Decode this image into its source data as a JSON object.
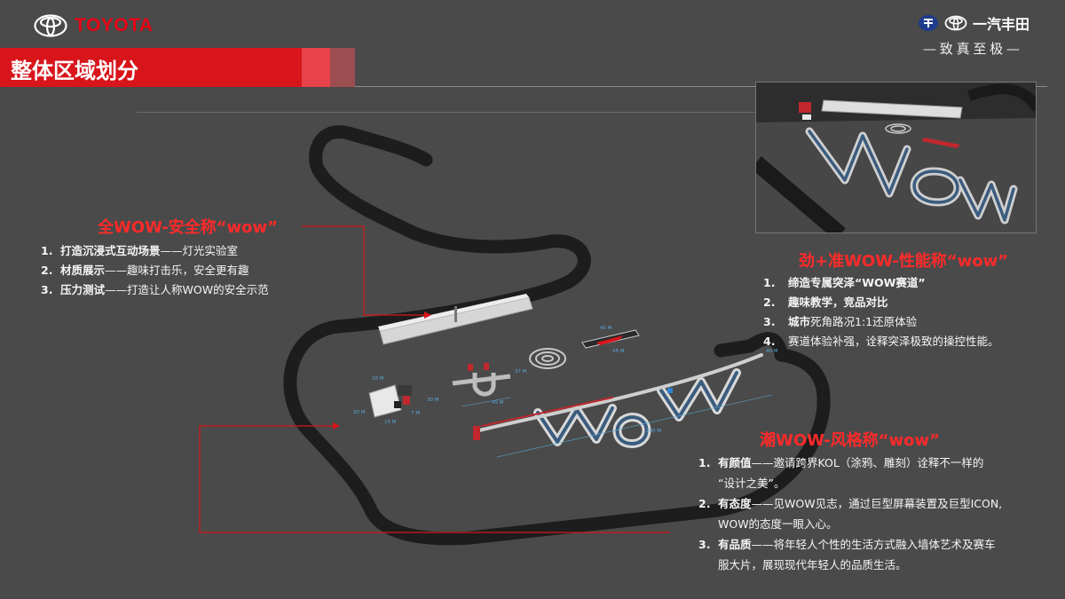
{
  "brand": {
    "name": "TOYOTA",
    "logo_icon": "toyota-emblem-icon",
    "color": "#e60012"
  },
  "partner": {
    "name": "一汽丰田",
    "slogan_chars": [
      "致",
      "真",
      "至",
      "极"
    ]
  },
  "page_title": "整体区域划分",
  "colors": {
    "accent": "#d7151b",
    "heading": "#ff2a2a",
    "background": "#4a4a4a"
  },
  "sections": {
    "safety": {
      "heading": "全WOW-安全称“wow”",
      "items": [
        {
          "num": "1.",
          "bold": "打造沉浸式互动场景",
          "text": "——灯光实验室"
        },
        {
          "num": "2.",
          "bold": "材质展示",
          "text": "——趣味打击乐，安全更有趣"
        },
        {
          "num": "3.",
          "bold": "压力测试",
          "text": "——打造让人称WOW的安全示范"
        }
      ]
    },
    "performance": {
      "heading": "劲+准WOW-性能称“wow”",
      "items": [
        {
          "num": "1.",
          "bold": "缔造专属突泽“WOW赛道”",
          "text": ""
        },
        {
          "num": "2.",
          "bold": "趣味教学，竞品对比",
          "text": ""
        },
        {
          "num": "3.",
          "bold": "城市",
          "text": "死角路况1:1还原体验"
        },
        {
          "num": "4.",
          "bold": "",
          "text": "赛道体验补强，诠释突泽极致的操控性能。"
        }
      ]
    },
    "style": {
      "heading": "潮WOW-风格称“wow”",
      "items": [
        {
          "num": "1.",
          "bold": "有颜值",
          "text": "——邀请跨界KOL（涂鸦、雕刻）诠释不一样的",
          "cont": "“设计之美”。"
        },
        {
          "num": "2.",
          "bold": "有态度",
          "text": "——见WOW见志，通过巨型屏幕装置及巨型ICON,",
          "cont": "WOW的态度一眼入心。"
        },
        {
          "num": "3.",
          "bold": "有品质",
          "text": "——将年轻人个性的生活方式融入墙体艺术及赛车",
          "cont": "服大片，展现现代年轻人的品质生活。"
        }
      ]
    }
  },
  "map_labels": {
    "wow_text": "WOW",
    "dims": [
      "20 M",
      "20 M",
      "15 M",
      "7 M",
      "30 M",
      "45 M",
      "37 M",
      "45 M",
      "45 M",
      "200 M",
      "40 M"
    ]
  }
}
